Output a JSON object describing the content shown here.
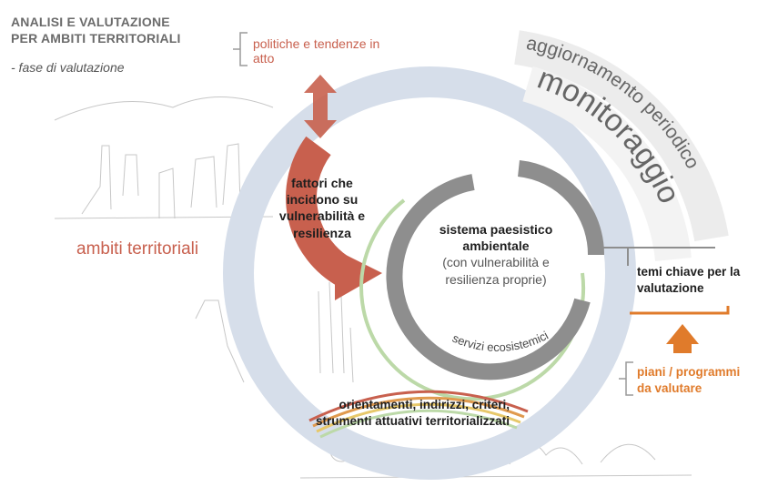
{
  "header": {
    "title_line1": "ANALISI E VALUTAZIONE",
    "title_line2": "PER AMBITI TERRITORIALI",
    "phase": "- fase di valutazione"
  },
  "labels": {
    "politiche": "politiche e tendenze in atto",
    "fattori": "fattori che incidono su vulnerabilità e resilienza",
    "ambiti": "ambiti territoriali",
    "sistema_bold": "sistema paesistico ambientale",
    "sistema_note": "(con vulnerabilità e resilienza proprie)",
    "servizi": "servizi ecosistemici",
    "aggiornamento": "aggiornamento periodico",
    "monitoraggio": "monitoraggio",
    "temi": "temi chiave per la valutazione",
    "piani": "piani / programmi da valutare",
    "orientamenti": "orientamenti, indirizzi, criteri, strumenti attuativi territorializzati"
  },
  "colors": {
    "outer_ring": "#d6deea",
    "factors_arrow": "#c8604e",
    "core_ring": "#8e8e8e",
    "green_ring": "#bcd9a8",
    "accent_orange": "#e07b2b",
    "monitor_band": "#ececec",
    "text_dark": "#1e1e1e"
  }
}
